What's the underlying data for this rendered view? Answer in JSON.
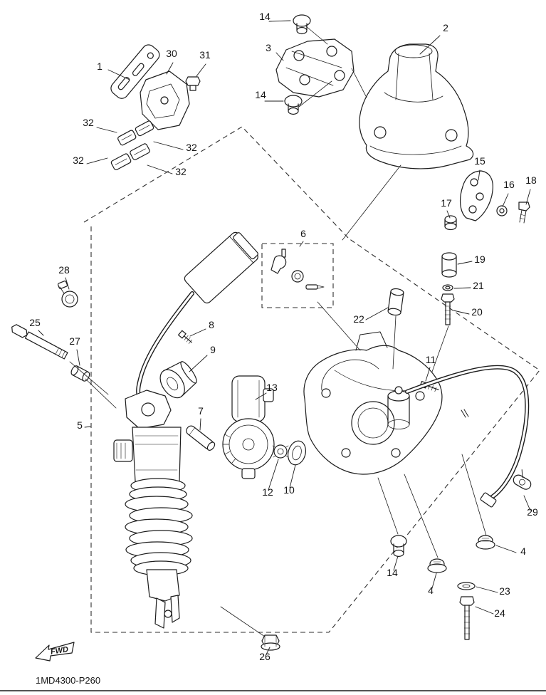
{
  "diagram": {
    "drawing_number": "1MD4300-P260",
    "fwd_label": "FWD",
    "colors": {
      "ink": "#1c1c1c",
      "paper": "#ffffff"
    },
    "callouts": [
      {
        "id": "callout-14-top",
        "label": "14"
      },
      {
        "id": "callout-2",
        "label": "2"
      },
      {
        "id": "callout-3",
        "label": "3"
      },
      {
        "id": "callout-1",
        "label": "1"
      },
      {
        "id": "callout-30",
        "label": "30"
      },
      {
        "id": "callout-31",
        "label": "31"
      },
      {
        "id": "callout-14-mid",
        "label": "14"
      },
      {
        "id": "callout-32-a",
        "label": "32"
      },
      {
        "id": "callout-32-b",
        "label": "32"
      },
      {
        "id": "callout-32-c",
        "label": "32"
      },
      {
        "id": "callout-32-d",
        "label": "32"
      },
      {
        "id": "callout-15",
        "label": "15"
      },
      {
        "id": "callout-16",
        "label": "16"
      },
      {
        "id": "callout-18",
        "label": "18"
      },
      {
        "id": "callout-17",
        "label": "17"
      },
      {
        "id": "callout-6",
        "label": "6"
      },
      {
        "id": "callout-19",
        "label": "19"
      },
      {
        "id": "callout-21",
        "label": "21"
      },
      {
        "id": "callout-20",
        "label": "20"
      },
      {
        "id": "callout-22",
        "label": "22"
      },
      {
        "id": "callout-28",
        "label": "28"
      },
      {
        "id": "callout-25",
        "label": "25"
      },
      {
        "id": "callout-27",
        "label": "27"
      },
      {
        "id": "callout-8",
        "label": "8"
      },
      {
        "id": "callout-9",
        "label": "9"
      },
      {
        "id": "callout-11",
        "label": "11"
      },
      {
        "id": "callout-13",
        "label": "13"
      },
      {
        "id": "callout-5",
        "label": "5"
      },
      {
        "id": "callout-7",
        "label": "7"
      },
      {
        "id": "callout-12",
        "label": "12"
      },
      {
        "id": "callout-10",
        "label": "10"
      },
      {
        "id": "callout-29",
        "label": "29"
      },
      {
        "id": "callout-4-right",
        "label": "4"
      },
      {
        "id": "callout-14-bottom",
        "label": "14"
      },
      {
        "id": "callout-4-bottom",
        "label": "4"
      },
      {
        "id": "callout-23",
        "label": "23"
      },
      {
        "id": "callout-24",
        "label": "24"
      },
      {
        "id": "callout-26",
        "label": "26"
      }
    ]
  }
}
